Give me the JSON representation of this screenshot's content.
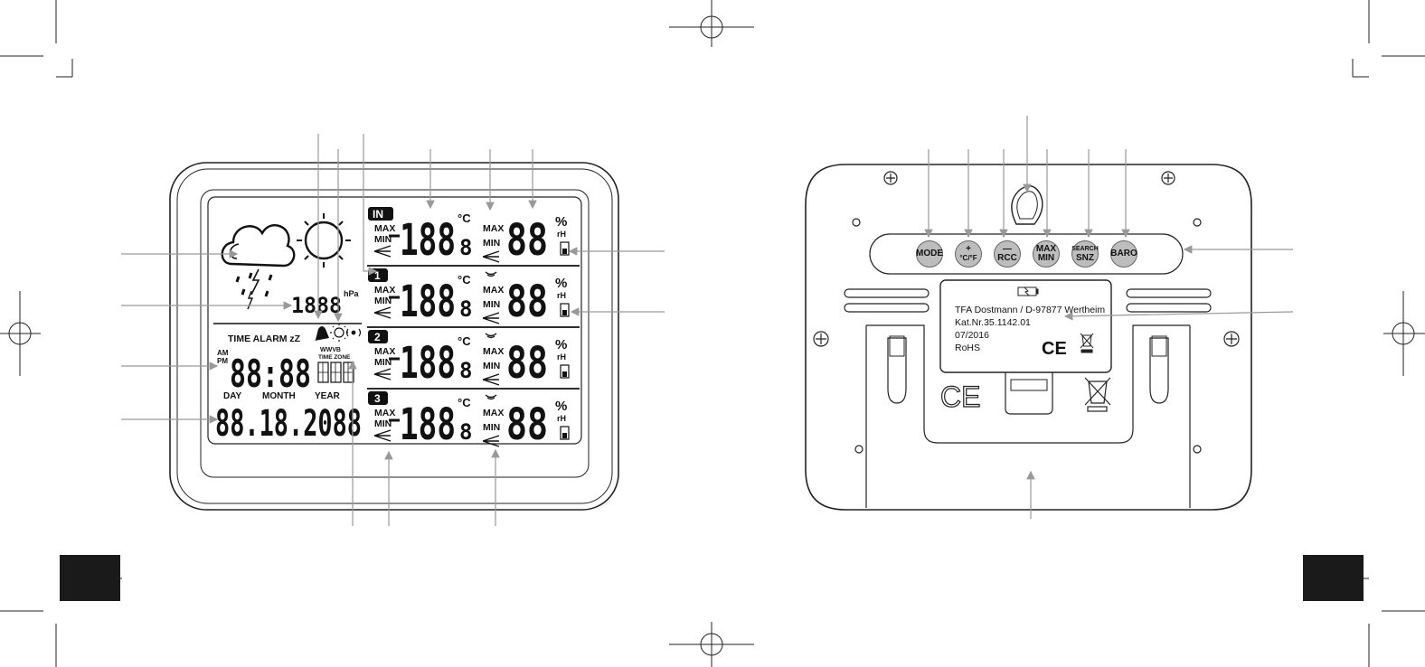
{
  "front": {
    "indoor_tag": "IN",
    "channels": [
      "1",
      "2",
      "3"
    ],
    "temp_digits": "188",
    "temp_decimal": "8",
    "temp_unit": "°C",
    "hum_digits": "88",
    "hum_unit": "%",
    "hum_suffix": "rH",
    "max_label": "MAX",
    "min_label": "MIN",
    "pressure_value": "1888",
    "pressure_unit": "hPa",
    "time_header": "TIME ALARM zZ",
    "am": "AM",
    "pm": "PM",
    "time_value": "88:88",
    "wwvb": "WWVB",
    "time_zone": "TIME ZONE",
    "date_headers": [
      "DAY",
      "MONTH",
      "YEAR"
    ],
    "date_value": "88.18.2088"
  },
  "back": {
    "buttons": [
      {
        "line1": "MODE",
        "line2": ""
      },
      {
        "line1": "+",
        "line2": "°C/°F"
      },
      {
        "line1": "—",
        "line2": "RCC"
      },
      {
        "line1": "MAX",
        "line2": "MIN"
      },
      {
        "line1": "SEARCH",
        "line2": "SNZ"
      },
      {
        "line1": "BARO",
        "line2": ""
      }
    ],
    "label_lines": [
      "TFA Dostmann / D-97877 Wertheim",
      "Kat.Nr.35.1142.01",
      "07/2016",
      "RoHS"
    ],
    "ce_mark": "CE"
  }
}
